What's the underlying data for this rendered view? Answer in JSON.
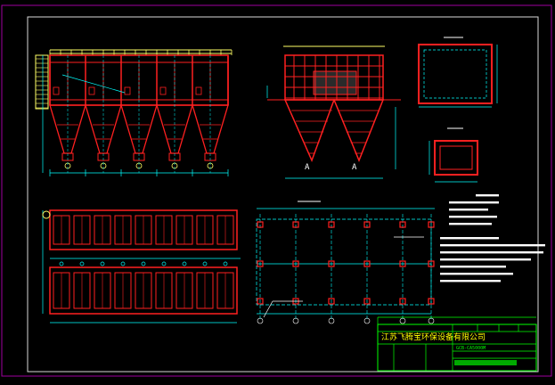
{
  "drawing": {
    "background": "#000000",
    "colors": {
      "frame": "#ff00ff",
      "structure": "#ff2020",
      "dimension": "#00ffff",
      "handrail": "#ffff66",
      "notes": "#ffffff",
      "border": "#e0e0e0",
      "titleblock": "#00ff00"
    },
    "title_block": {
      "company": "江苏飞腾宝环保设备有限公司",
      "drawing_no": "GCB-CA5000M"
    },
    "view_labels": {
      "section_a": "A",
      "section_a2": "A"
    }
  }
}
